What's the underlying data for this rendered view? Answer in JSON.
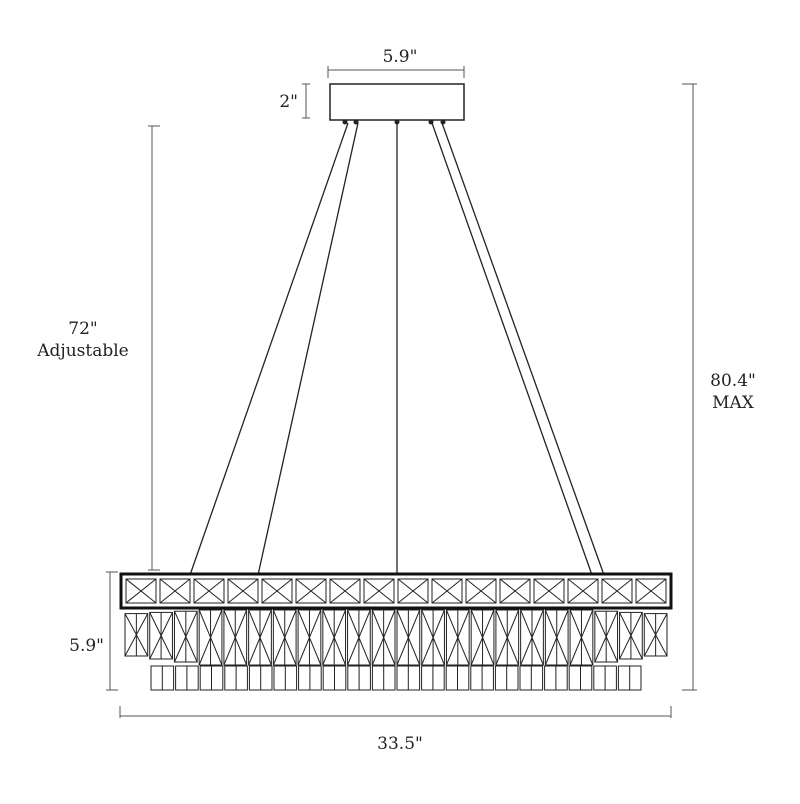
{
  "dimensions": {
    "canopy_width": "5.9\"",
    "canopy_height": "2\"",
    "rod_length": "72\"",
    "rod_note": "Adjustable",
    "max_height": "80.4\"",
    "max_note": "MAX",
    "body_height": "5.9\"",
    "overall_width": "33.5\""
  },
  "colors": {
    "line": "#222222",
    "dimension_line": "#555555",
    "background": "#ffffff"
  }
}
